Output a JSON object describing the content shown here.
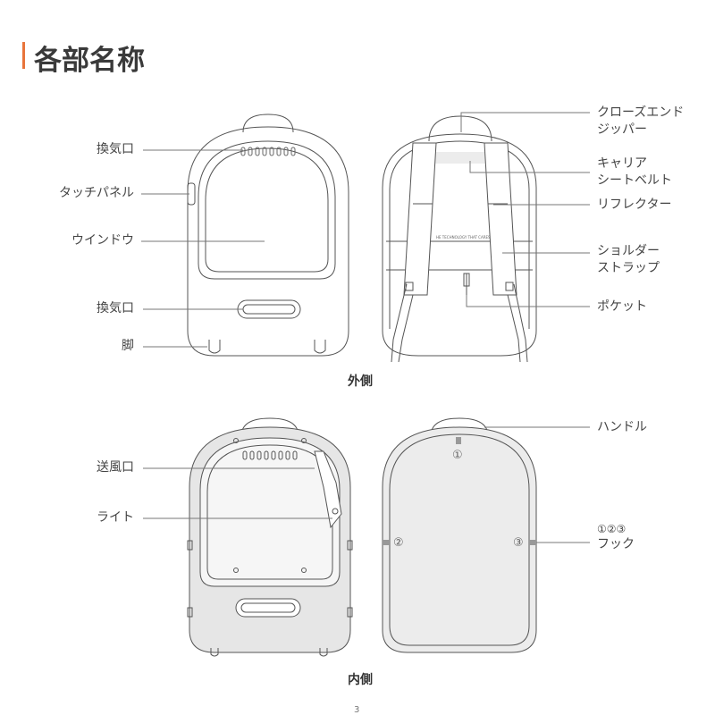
{
  "title": "各部名称",
  "accent": "#e8743b",
  "outer": {
    "caption": "外側",
    "left_labels": [
      "換気口",
      "タッチパネル",
      "ウインドウ",
      "換気口",
      "脚"
    ],
    "right_labels": [
      {
        "l1": "クローズエンド",
        "l2": "ジッパー"
      },
      {
        "l1": "キャリア",
        "l2": "シートベルト"
      },
      {
        "l1": "リフレクター"
      },
      {
        "l1": "ショルダー",
        "l2": "ストラップ"
      },
      {
        "l1": "ポケット"
      }
    ],
    "strap_print": "HE TECHNOLOGY THAT CARES"
  },
  "inner": {
    "caption": "内側",
    "left_labels": [
      "送風口",
      "ライト"
    ],
    "handle": "ハンドル",
    "hook_nums": "①②③",
    "hook": "フック",
    "markers": [
      "①",
      "②",
      "③"
    ]
  },
  "page_number": "3"
}
